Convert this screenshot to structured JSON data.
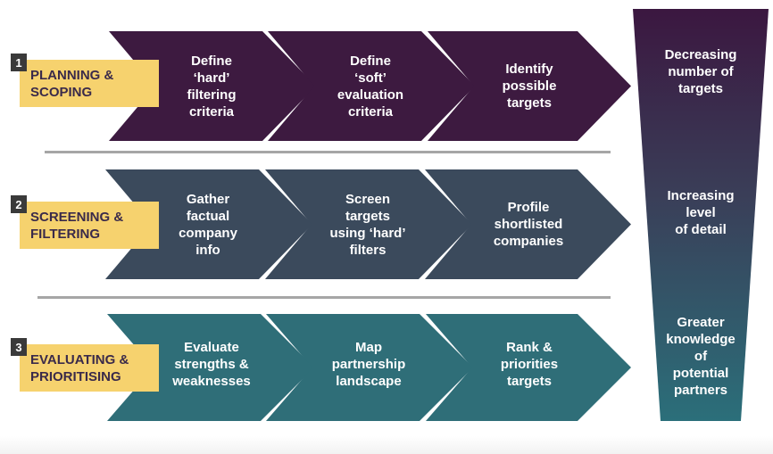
{
  "colors": {
    "row1": "#3d1a40",
    "row2": "#3b4a5c",
    "row3": "#2f6e78",
    "label_bg": "#f6d26e",
    "label_text": "#3a2a4a",
    "number_bg": "#3a3a3a",
    "divider": "#a6a6a6",
    "funnel_top": "#3b1740",
    "funnel_bottom": "#2b6f7a"
  },
  "phases": [
    {
      "number": "1",
      "label": "PLANNING &\nSCOPING",
      "steps": [
        "Define\n‘hard’\nfiltering\ncriteria",
        "Define\n‘soft’\nevaluation\ncriteria",
        "Identify\npossible\ntargets"
      ]
    },
    {
      "number": "2",
      "label": "SCREENING &\nFILTERING",
      "steps": [
        "Gather\nfactual\ncompany\ninfo",
        "Screen\ntargets\nusing ‘hard’\nfilters",
        "Profile\nshortlisted\ncompanies"
      ]
    },
    {
      "number": "3",
      "label": "EVALUATING &\nPRIORITISING",
      "steps": [
        "Evaluate\nstrengths &\nweaknesses",
        "Map\npartnership\nlandscape",
        "Rank &\npriorities\ntargets"
      ]
    }
  ],
  "funnel": {
    "texts": [
      "Decreasing\nnumber of\ntargets",
      "Increasing\nlevel\nof detail",
      "Greater\nknowledge\nof\npotential\npartners"
    ]
  }
}
